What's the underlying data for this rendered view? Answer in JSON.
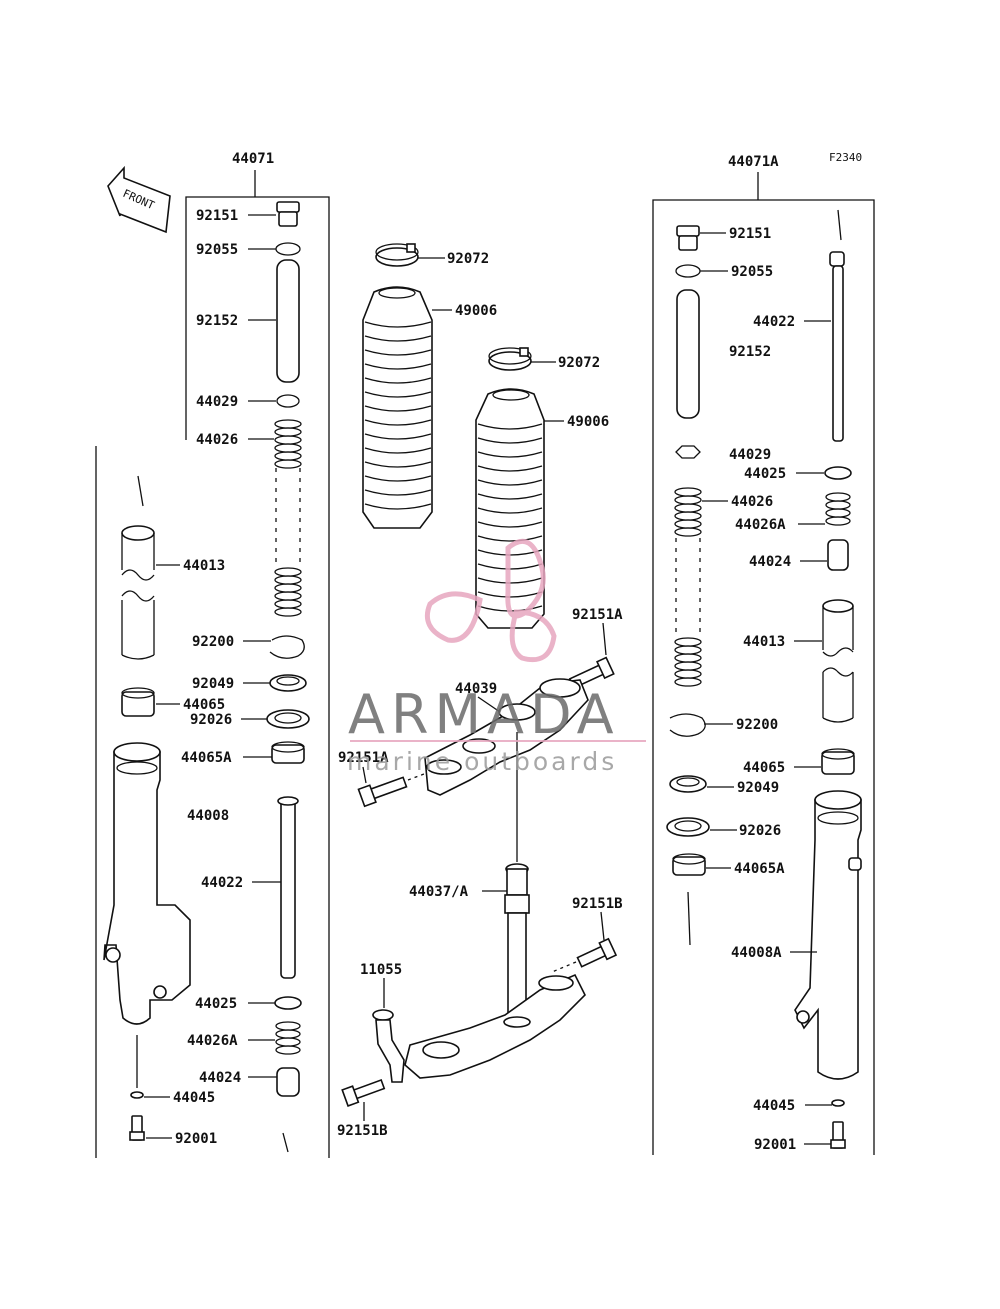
{
  "figure_code": "F2340",
  "front_arrow_label": "FRONT",
  "watermark": {
    "brand": "ARMADA",
    "tagline": "marine outboards",
    "brand_color": "#6b6b6b",
    "logo_color": "#e7a6bf"
  },
  "groups": {
    "left_assembly": "44071",
    "right_assembly": "44071A"
  },
  "left_labels": [
    "92151",
    "92055",
    "92152",
    "44029",
    "44026",
    "44013",
    "92200",
    "92049",
    "44065",
    "92026",
    "44065A",
    "44008",
    "44022",
    "44025",
    "44026A",
    "44024",
    "44045",
    "92001"
  ],
  "center_labels": [
    "92072",
    "49006",
    "92072",
    "49006",
    "92151A",
    "44039",
    "92151A",
    "44037/A",
    "92151B",
    "11055",
    "92151B"
  ],
  "right_labels": [
    "92151",
    "92055",
    "44022",
    "92152",
    "44029",
    "44025",
    "44026",
    "44026A",
    "44024",
    "44013",
    "92200",
    "44065",
    "92049",
    "92026",
    "44065A",
    "44008A",
    "44045",
    "92001"
  ]
}
